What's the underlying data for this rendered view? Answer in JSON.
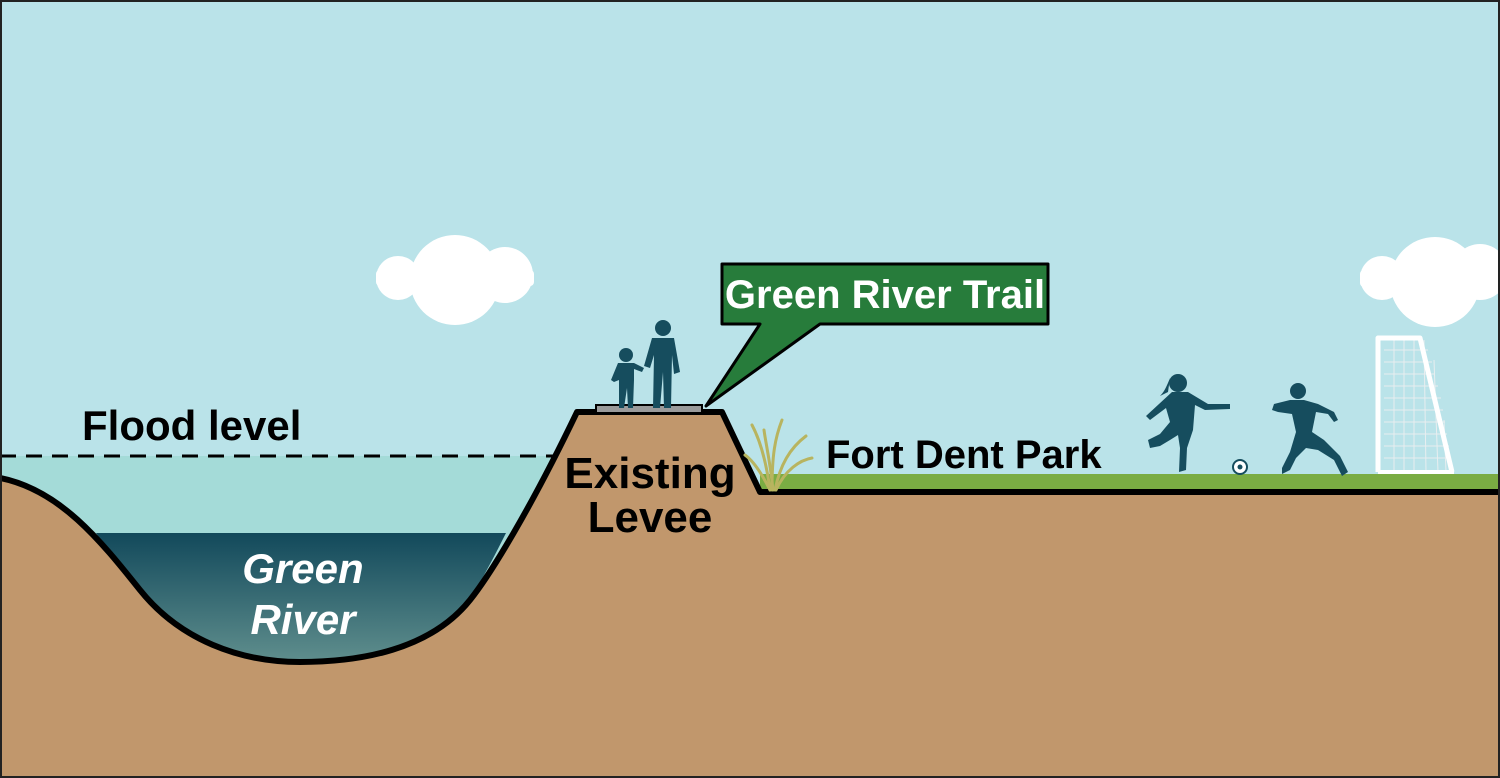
{
  "labels": {
    "flood_level": "Flood level",
    "river_line1": "Green",
    "river_line2": "River",
    "levee_line1": "Existing",
    "levee_line2": "Levee",
    "trail": "Green River Trail",
    "park": "Fort Dent Park"
  },
  "colors": {
    "sky": "#bae3e9",
    "flood_water": "#a4dbd8",
    "river_top": "#12495b",
    "river_bottom": "#5f8e8d",
    "ground": "#c1976c",
    "grass": "#7aac43",
    "outline": "#000000",
    "figures": "#164d5e",
    "trail_callout": "#277c3b",
    "trail_path": "#9a9a9a",
    "cloud": "#ffffff",
    "reeds": "#b8b45f"
  },
  "icons": {
    "clouds": "cloud-icon",
    "walkers": "adult-and-child-walking-icon",
    "players": "soccer-player-icon",
    "ball": "soccer-ball-icon",
    "goal": "soccer-goal-icon",
    "reeds": "grass-reeds-icon"
  }
}
